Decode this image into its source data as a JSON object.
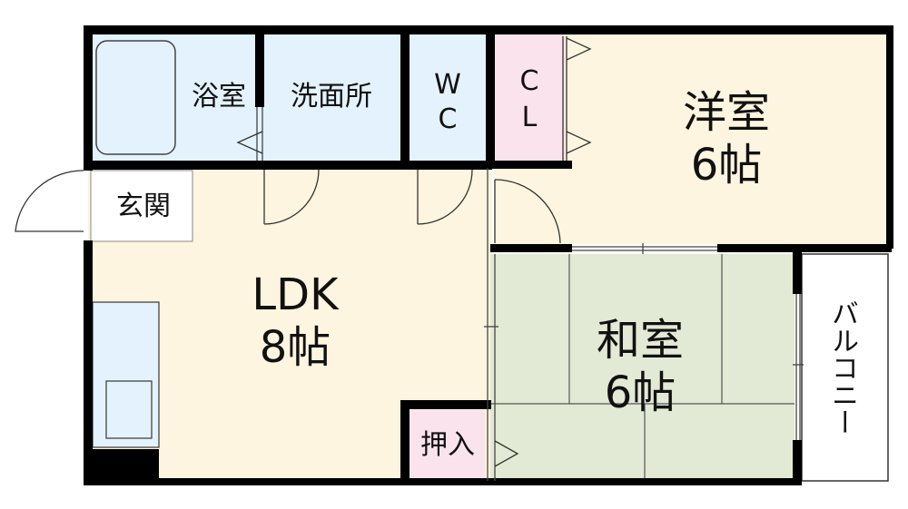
{
  "rooms": {
    "bath": {
      "label": "浴室"
    },
    "washroom": {
      "label": "洗面所"
    },
    "wc": {
      "line1": "W",
      "line2": "C"
    },
    "closet": {
      "line1": "C",
      "line2": "L"
    },
    "western": {
      "name": "洋室",
      "size": "6帖"
    },
    "entrance": {
      "label": "玄関"
    },
    "ldk": {
      "name": "LDK",
      "size": "8帖"
    },
    "japanese": {
      "name": "和室",
      "size": "6帖"
    },
    "oshiire": {
      "label": "押入"
    },
    "balcony": {
      "label": "バルコニー"
    }
  },
  "colors": {
    "wall": "#000000",
    "ldk_floor": "#fdf5df",
    "western_floor": "#fdf5df",
    "wet_area": "#e3f2fc",
    "closet": "#fbe3ee",
    "tatami": "#e2e9d4",
    "entrance_floor": "#ffffff",
    "balcony": "#ffffff"
  }
}
